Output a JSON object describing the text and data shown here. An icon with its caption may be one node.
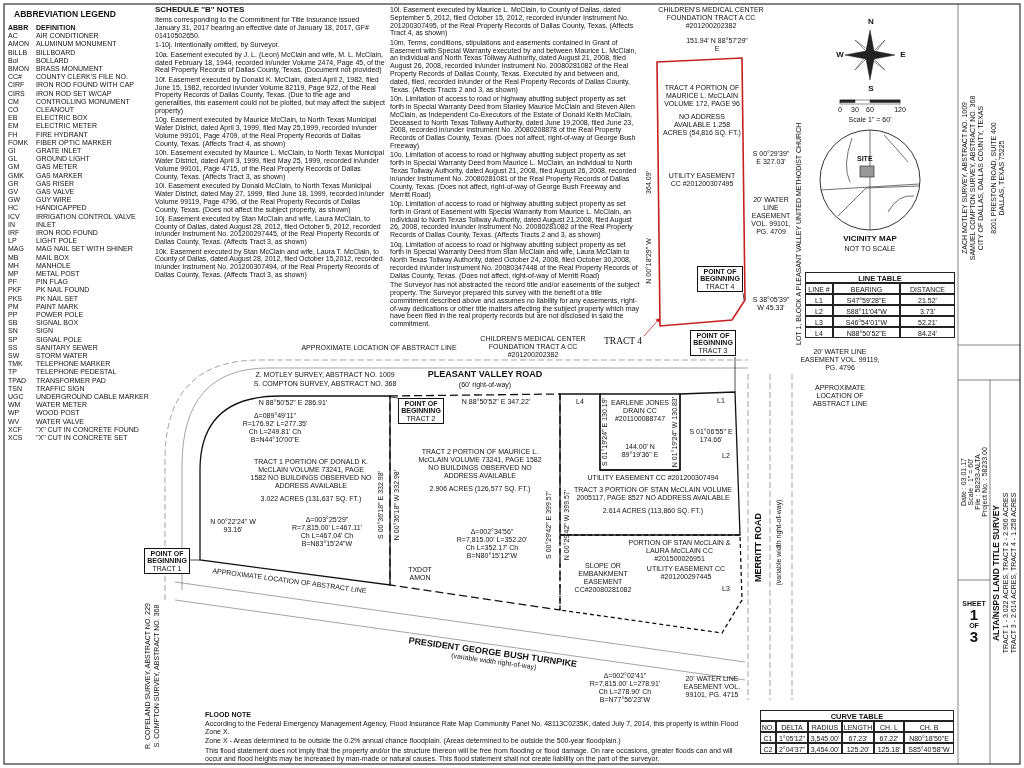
{
  "diagram": {
    "nodes": [
      {
        "text": [
          "TRACT 1 PORTION OF DONALD K. McCLAIN VOLUME 73241, PAGE 1582 NO BUILDINGS OBSERVED NO ADDRESS AVAILABLE",
          "3.022 ACRES (131,637 SQ. FT.)"
        ]
      },
      {
        "text": [
          "TRACT 2 PORTION OF MAURICE L. McCLAIN VOLUME 73241, PAGE 1582 NO BUILDINGS OBSERVED NO ADDRESS AVAILABLE",
          "2.906 ACRES (126,577 SQ. FT.)"
        ]
      },
      {
        "text": [
          "TRACT 3 PORTION OF STAN McCLAIN VOLUME 2005117, PAGE 8527 NO ADDRESS AVAILABLE",
          "2.614 ACRES (113,860 SQ. FT.)"
        ]
      },
      {
        "text": [
          "TRACT 4 PORTION OF MAURICE L. McCLAIN VOLUME 172, PAGE 96",
          "NO ADDRESS AVAILABLE 1.258 ACRES (54,816 SQ. FT.)"
        ]
      },
      {
        "text": [
          "EARLENE JONES DRAIN CC #201100088747"
        ]
      },
      {
        "text": [
          "PORTION OF STAN McCLAIN & LAURA McCLAIN CC #201500026951"
        ]
      },
      {
        "text": [
          "POINT OF BEGINNING",
          "TRACT 1"
        ]
      },
      {
        "text": [
          "POINT OF BEGINNING",
          "TRACT 2"
        ],
        "in": 1
      },
      {
        "text": [
          "POINT OF BEGINNING",
          "TRACT 3"
        ]
      },
      {
        "text": [
          "POINT OF BEGINNING",
          "TRACT 4"
        ],
        "in": 3
      },
      {
        "text": [
          "TRACT 4"
        ]
      },
      {
        "text": [
          "SITE"
        ],
        "beside": [
          "VICINITY MAP",
          "NOT TO SCALE"
        ]
      }
    ],
    "edges": [
      {
        "from": 10,
        "to": 3,
        "arrow": "to",
        "color": "#cc2222"
      },
      {
        "from": 6,
        "to": 0,
        "arrow": "none"
      },
      {
        "from": 7,
        "to": 1,
        "arrow": "none"
      },
      {
        "from": 8,
        "to": 2,
        "arrow": "none"
      },
      {
        "from": 9,
        "to": 3,
        "arrow": "none"
      }
    ],
    "labels": [
      "ABBREVIATION LEGEND",
      "ABBR",
      "DEFINITION",
      "AC",
      "AIR CONDITIONER",
      "AMON",
      "ALUMINUM MONUMENT",
      "BILLB",
      "BILLBOARD",
      "Bol",
      "BOLLARD",
      "BMON",
      "BRASS MONUMENT",
      "CC#",
      "COUNTY CLERK'S FILE NO.",
      "CIRF",
      "IRON ROD FOUND WITH CAP",
      "CIRS",
      "IRON ROD SET W/CAP",
      "CM",
      "CONTROLLING MONUMENT",
      "CO",
      "CLEANOUT",
      "EB",
      "ELECTRIC BOX",
      "EM",
      "ELECTRIC METER",
      "FH",
      "FIRE HYDRANT",
      "FOMK",
      "FIBER OPTIC MARKER",
      "GI",
      "GRATE INLET",
      "GL",
      "GROUND LIGHT",
      "GM",
      "GAS METER",
      "GMK",
      "GAS MARKER",
      "GR",
      "GAS RISER",
      "GV",
      "GAS VALVE",
      "GW",
      "GUY WIRE",
      "HC",
      "HANDICAPPED",
      "ICV",
      "IRRIGATION CONTROL VALVE",
      "IN",
      "INLET",
      "IRF",
      "IRON ROD FOUND",
      "LP",
      "LIGHT POLE",
      "MAG",
      "MAG NAIL SET WITH SHINER",
      "MB",
      "MAIL BOX",
      "MH",
      "MANHOLE",
      "MP",
      "METAL POST",
      "PF",
      "PIN FLAG",
      "PKF",
      "PK NAIL FOUND",
      "PKS",
      "PK NAIL SET",
      "PM",
      "PAINT MARK",
      "PP",
      "POWER POLE",
      "SB",
      "SIGNAL BOX",
      "SN",
      "SIGN",
      "SP",
      "SIGNAL POLE",
      "SS",
      "SANITARY SEWER",
      "SW",
      "STORM WATER",
      "TMK",
      "TELEPHONE MARKER",
      "TP",
      "TELEPHONE PEDESTAL",
      "TPAD",
      "TRANSFORMER PAD",
      "TSN",
      "TRAFFIC SIGN",
      "UGC",
      "UNDERGROUND CABLE MARKER",
      "WM",
      "WATER METER",
      "WP",
      "WOOD POST",
      "WV",
      "WATER VALVE",
      "XCF",
      "\"X\" CUT IN CONCRETE FOUND",
      "XCS",
      "\"X\" CUT IN CONCRETE SET",
      "SCHEDULE \"B\" NOTES",
      "Items corresponding to the Commitment for Title Insurance issued January 31, 2017 bearing an effective date of January 18, 2017, GF# 01410502650.",
      "1-10j. Intentionally omitted, by Surveyor.",
      "10a. Easement executed by J. L. (Leon) McClain and wife, M. L. McClain, dated February 18, 1944, recorded in/under Volume 2474, Page 45, of the Real Property Records of Dallas County, Texas. (Document not provided)",
      "10f. Easement executed by Donald K. McClain, dated April 2, 1982, filed June 15, 1982, recorded in/under Volume 82119, Page 922, of the Real Property Records of Dallas County, Texas. (Due to the age and generalities, this easement could not be plotted, but may affect the subject property)",
      "10g. Easement executed by Maurice McClain, to North Texas Municipal Water District, dated April 3, 1999, filed May 25,1999, recorded in/under Volume 99101, Page 4709, of the Real Property Records of Dallas County, Texas. (Affects Tract 4, as shown)",
      "10h. Easement executed by Maurice L. McClain, to North Texas Municipal Water District, dated April 3, 1999, filed May 25, 1999, recorded in/under Volume 99101, Page 4715, of the Real Property Records of Dallas County, Texas. (Affects Tract 3, as shown)",
      "10i. Easement executed by Donald McClain, to North Texas Municipal Water District, dated May 27, 1999, filed June 18, 1999, recorded in/under Volume 99119, Page 4796, of the Real Property Records of Dallas County, Texas. (Does not affect the subject property, as shown)",
      "10j. Easement executed by Stan McClain and wife, Laura McClain, to County of Dallas, dated August 28, 2012, filed October 5, 2012, recorded in/under Instrument No. 201200297445, of the Real Property Records of Dallas County, Texas. (Affects Tract 3, as shown)",
      "10k. Easement executed by Stan McClain and wife, Laura T. McClain, to County of Dallas, dated August 28, 2012, filed October 15,2012, recorded in/under Instrument No. 201200307494, of the Real Property Records of Dallas County, Texas. (Affects Tract 3, as shown)",
      "10l. Easement executed by Maurice L. McClain, to County of Dallas, dated September 5, 2012, filed October 15, 2012, recorded in/under Instrument No. 201200307495, of the Real Property Records of Dallas County, Texas. (Affects Tract 4, as shown)",
      "10m. Terms, conditions, stipulations and easements contained in Grant of Easement with Special Warranty executed by and between Maurice L. McClain, an individual and North Texas Tollway Authority, dated August 21, 2008, filed August 26, 2008, recorded in/under Instrument No. 20080281082 of the Real Property Records of Dallas County, Texas. Executed by and between and, dated, filed, recorded in/under of the Real Property Records of Dallas County, Texas. (Affects Tracts 2 and 3, as shown)",
      "10n. Limitation of access to road or highway abutting subject property as set forth in Special Warranty Deed from Stanley Maurice McClain and Steven Allen McClain, as Independent Co-Executors of the Estate of Donald Keith McClain, Deceased to North Texas Tollway Authority, dated June 19,2008, filed June 23, 2008, recorded in/under Instrument No. 20080208878 of the Real Property Records of Dallas County, Texas. (Does not affect, right-of-way of George Bush Freeway)",
      "10o. Limitation of access to road or highway abutting subject property as set forth in Special Warranty Deed from Maurice L. McClain, an individual to North Texas Tollway Authority, dated August 21, 2008, filed August 26, 2008, recorded in/under Instrument No. 20080281081 of the Real Property Records of Dallas County, Texas. (Does not affect, right-of-way of George Bush Freeway and Merritt Road)",
      "10p. Limitation of access to road or highway abutting subject property as set forth in Grant of Easement with Special Warranty from Maurice L. McClain, an individual to North Texas Tollway Authority, dated August 21,2008, filed August 26, 2008, recorded in/under Instrument No. 20080281082 of the Real Property Records of Dallas County, Texas. (Affects Tracts 2 and 3, as shown)",
      "10q. Limitation of access to road or highway abutting subject property as set forth in Special Warranty Deed from Stan McClain and wife, Laura McClain to North Texas Tollway Authority, dated October 24, 2008, filed October 30,2008, recorded in/under Instrument No. 20080347448 of the Real Property Records of Dallas County, Texas. (Does not affect, right-of-way of Merritt Road)",
      "The Surveyor has not abstracted the record title and/or easements of the subject property. The Surveyor prepared this survey with the benefit of a title commitment described above and assumes no liability for any easements, right-of-way dedications or other title matters affecting the subject property which may have been filed in the real property records but are not disclosed in said the commitment.",
      "FLOOD NOTE",
      "According to the Federal Emergency Management Agency, Flood Insurance Rate Map Community Panel No. 48113C0235K, dated July 7, 2014, this property is within Flood Zone X.",
      "Zone X - Areas determined to be outside the 0.2% annual chance floodplain. (Areas determined to be outside the 500-year floodplain.)",
      "This flood statement does not imply that the property and/or the structure thereon will be free from flooding or flood damage. On rare occasions, greater floods can and will occur and flood heights may be increased by man-made or natural causes. This flood statement shall not create liability on the part of the surveyor.",
      "PLEASANT VALLEY ROAD",
      "(60' right-of-way)",
      "Z. MOTLEY SURVEY, ABSTRACT NO. 1009",
      "S. COMPTON SURVEY, ABSTRACT NO. 368",
      "APPROXIMATE LOCATION OF ABSTRACT LINE",
      "CHILDREN'S MEDICAL CENTER FOUNDATION TRACT A CC #201200202382",
      "CHILDREN'S MEDICAL CENTER FOUNDATION TRACT A CC #201200202382",
      "N 88°50'52\" E 286.91'",
      "N 88°50'52\" E 347.22'",
      "Δ=089°49'11\" R=176.92' L=277.35' Ch L=249.81' Ch B=N44°10'00\"E",
      "N 00°22'24\" W 93.16'",
      "Δ=003°25'29\" R=7,815.00' L=467.11' Ch L=467.04' Ch B=N83°15'24\"W",
      "S 00°36'18\" E 332.98'",
      "N 00°36'18\" W 332.98'",
      "S 00°29'42\" E 399.57'",
      "N 00°29'42\" W 399.57'",
      "Δ=002°34'56\" R=7,815.00' L=352.20' Ch L=352.17' Ch B=N80°15'12\"W",
      "TXDOT AMON",
      "APPROXIMATE LOCATION OF ABSTRACT LINE",
      "R. COPELAND SURVEY, ABSTRACT NO. 229",
      "S. COMPTON SURVEY, ABSTRACT NO. 368",
      "PRESIDENT GEORGE BUSH TURNPIKE",
      "(variable width right-of-way)",
      "UTILITY EASEMENT CC #201200307494",
      "SLOPE OR EMBANKMENT EASEMENT CC#20080281082",
      "UTILITY EASEMENT CC #201200297445",
      "Δ=002°02'41\" R=7,815.00' L=278.91' Ch L=278.90' Ch B=N77°56'23\"W",
      "20' WATER LINE EASEMENT VOL. 99101, PG. 4715",
      "MERRITT ROAD",
      "(variable width right-of-way)",
      "20' WATER LINE EASEMENT VOL. 99119, PG. 4796",
      "S 01°06'55\" E 174.66'",
      "APPROXIMATE LOCATION OF ABSTRACT LINE",
      "144.00' N 89°19'36\" E",
      "S 01°19'24\" E 130.19'",
      "N 01°19'24\" W 130.83'",
      "L4",
      "L1",
      "L2",
      "L3",
      "151.94' N 88°57'29\" E",
      "364.09'",
      "N 00°18'29\" W",
      "S 00°29'39\" E 327.03'",
      "S 38°05'39\" W 45.33'",
      "UTILITY EASEMENT CC #201200307495",
      "20' WATER LINE EASEMENT VOL. 99101, PG. 4709",
      "LOT 1, BLOCK A PLEASANT VALLEY UNITED METHODIST CHURCH",
      "N",
      "W",
      "E",
      "S",
      "0",
      "30",
      "60",
      "120",
      "Scale 1\" = 60'",
      "LINE TABLE",
      "LINE #",
      "BEARING",
      "DISTANCE",
      "L1",
      "S47°59'28\"E",
      "21.52'",
      "L2",
      "S88°11'04\"W",
      "3.73'",
      "L3",
      "S46°54'01\"W",
      "52.21'",
      "L4",
      "N88°50'52\"E",
      "84.24'",
      "CURVE TABLE",
      "NO.",
      "DELTA",
      "RADIUS",
      "LENGTH",
      "CH. L",
      "CH. B",
      "C1",
      "1°05'12\"",
      "3,545.00'",
      "67.23'",
      "67.22'",
      "N80°18'50\"E",
      "C2",
      "2°04'37\"",
      "3,454.00'",
      "125.20'",
      "125.18'",
      "S85°40'58\"W",
      "ALTA/NSPS LAND TITLE SURVEY",
      "TRACT 1 - 3.022 ACRES, TRACT 2 - 2.906 ACRES",
      "TRACT 3 - 2.614 ACRES, TRACT 4 - 1.258 ACRES",
      "ZACH MOTLEY SURVEY, ABSTRACT NO. 1009",
      "SAMUEL COMPTON SURVEY, ABSTRACT NO. 368",
      "CITY OF DALLAS, DALLAS COUNTY, TEXAS",
      "8201 PRESTON ROAD, SUITE 400",
      "DALLAS, TEXAS 75225",
      "Date : 03.01.17",
      "Scale : 1\" = 60'",
      "File : 58233-ALTA",
      "Project No. : 58233.00",
      "SHEET",
      "1",
      "OF",
      "3"
    ]
  }
}
